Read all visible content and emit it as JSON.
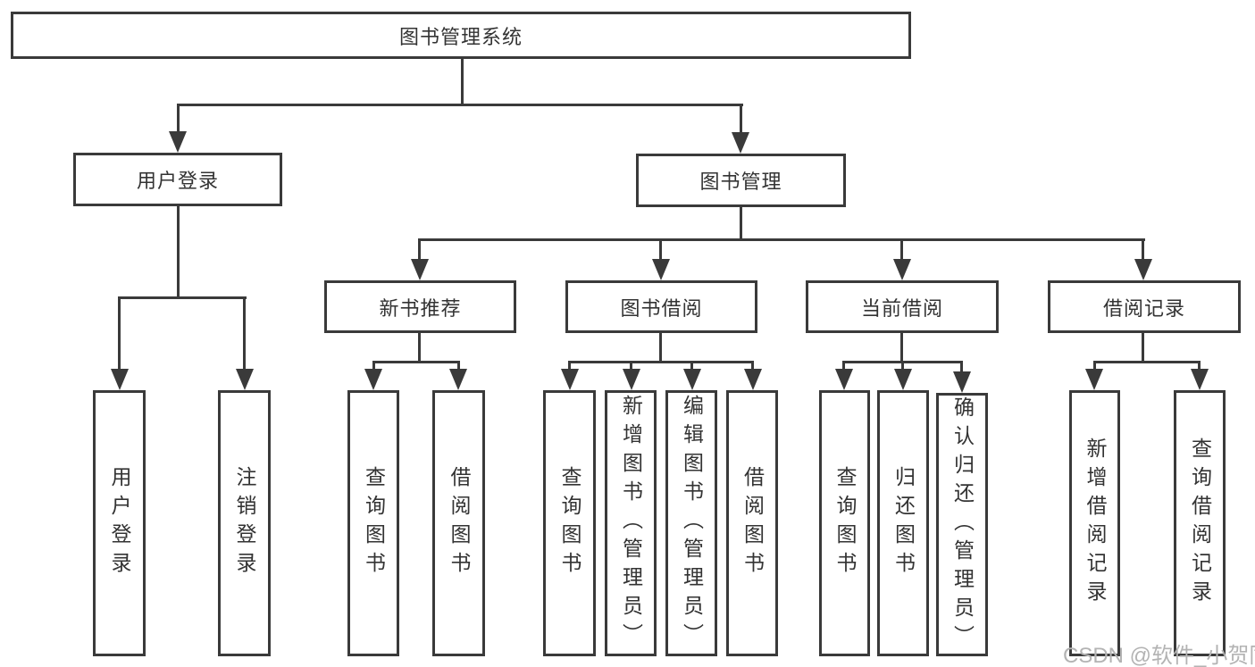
{
  "watermark": "CSDN @软件_小贺同学",
  "colors": {
    "line": "#3a3a3a",
    "text": "#333333",
    "watermark": "#b3b3b3",
    "background": "#ffffff"
  },
  "nodes": {
    "root": "图书管理系统",
    "level2": {
      "userLogin": "用户登录",
      "bookManagement": "图书管理"
    },
    "level3": {
      "newBookRecommend": "新书推荐",
      "bookBorrow": "图书借阅",
      "currentBorrow": "当前借阅",
      "borrowRecords": "借阅记录"
    },
    "leaves": {
      "userLogin": "用户登录",
      "logout": "注销登录",
      "queryBooksRecommend": "查询图书",
      "borrowBooksRecommend": "借阅图书",
      "queryBooksBorrow": "查询图书",
      "addBooksAdmin": "新增图书（管理员）",
      "editBooksAdmin": "编辑图书（管理员）",
      "borrowBooksBorrow": "借阅图书",
      "queryBooksCurrent": "查询图书",
      "returnBooks": "归还图书",
      "confirmReturnAdmin": "确认归还（管理员）",
      "addBorrowRecord": "新增借阅记录",
      "queryBorrowRecord": "查询借阅记录"
    }
  }
}
